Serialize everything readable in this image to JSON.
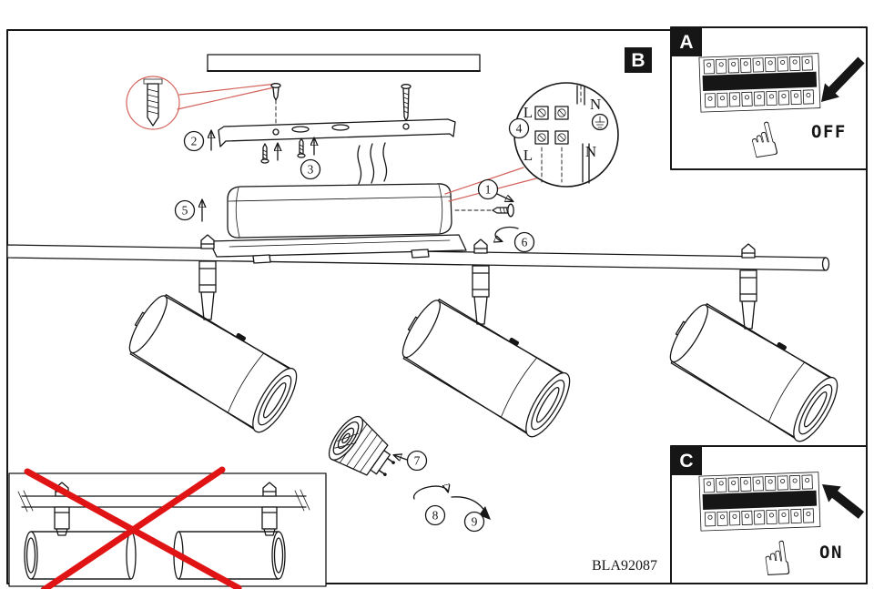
{
  "figure": {
    "model_number": "BLA92087"
  },
  "badges": {
    "a": "A",
    "b": "B",
    "c": "C"
  },
  "steps": {
    "s1": "1",
    "s2": "2",
    "s3": "3",
    "s4": "4",
    "s5": "5",
    "s6": "6",
    "s7": "7",
    "s8": "8",
    "s9": "9"
  },
  "wiring": {
    "live_top": "L",
    "neutral_top": "N",
    "live_bottom": "L",
    "neutral_bottom": "N"
  },
  "power": {
    "off": "OFF",
    "on": "ON"
  },
  "icons": {
    "pointing_hand": "☝"
  },
  "colors": {
    "leader_red": "#d4635c",
    "cross_red": "#e01414",
    "ink": "#161616"
  }
}
